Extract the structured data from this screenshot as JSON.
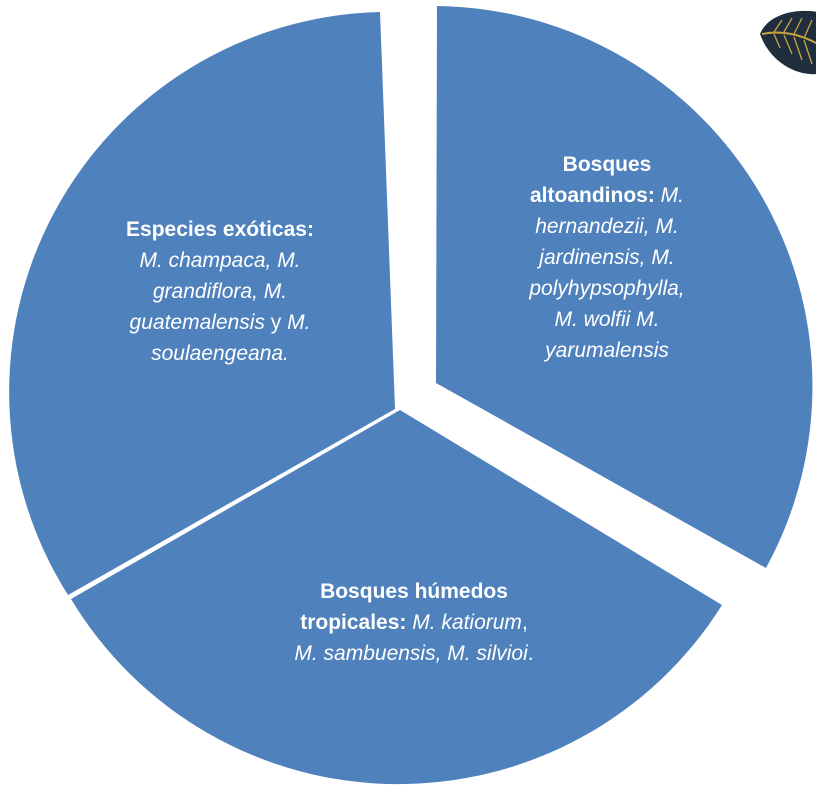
{
  "colors": {
    "segment_fill": "#4f81bd",
    "text": "#ffffff",
    "leaf_dark": "#1f2d3d",
    "leaf_vein": "#c8a640"
  },
  "decoration": {
    "icon": "magnolia-leaf-icon"
  },
  "segments": {
    "left": {
      "heading": "Especies exóticas:",
      "line1": "M. champaca, M.",
      "line2": "grandiflora, M.",
      "line3_italic": "guatemalensis",
      "line3_rest": " y ",
      "line3_tail": "M.",
      "line4": "soulaengeana."
    },
    "right": {
      "heading1": "Bosques",
      "heading2": "altoandinos:",
      "line2_tail": " M.",
      "line3": "hernandezii, M.",
      "line4": "jardinensis, M.",
      "line5": "polyhypsophylla,",
      "line6": "M. wolfii  M.",
      "line7": "yarumalensis"
    },
    "bottom": {
      "heading1": "Bosques húmedos",
      "heading2": "tropicales:",
      "line2_tail": "  M. katiorum",
      "line2_end": ",",
      "line3": "M. sambuensis, M. silvioi",
      "line3_end": "."
    }
  }
}
